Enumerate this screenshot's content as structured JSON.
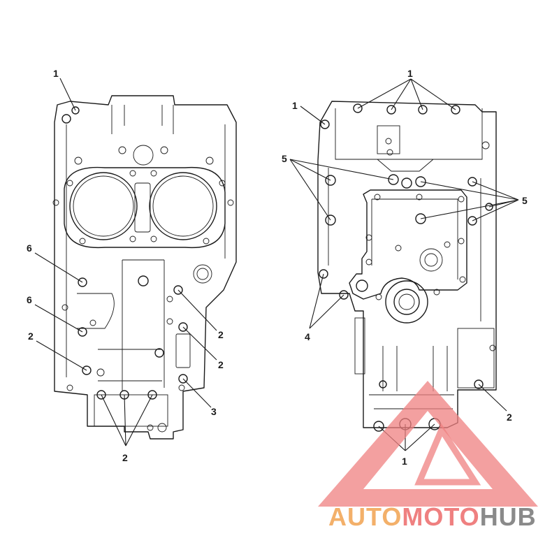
{
  "callouts": {
    "l_1": "1",
    "l_6a": "6",
    "l_6b": "6",
    "l_2a": "2",
    "l_2b": "2",
    "l_2c": "2",
    "l_3": "3",
    "l_2d": "2",
    "r_1top": "1",
    "r_1left": "1",
    "r_5left": "5",
    "r_5right": "5",
    "r_4": "4",
    "r_2": "2",
    "r_1bottom": "1"
  },
  "watermark": {
    "part1": "AUTO",
    "part2": "MOTO",
    "part3": "HUB",
    "color_orange": "#f3b06a",
    "color_red": "#ef8080",
    "color_gray": "#8a8a8a"
  }
}
